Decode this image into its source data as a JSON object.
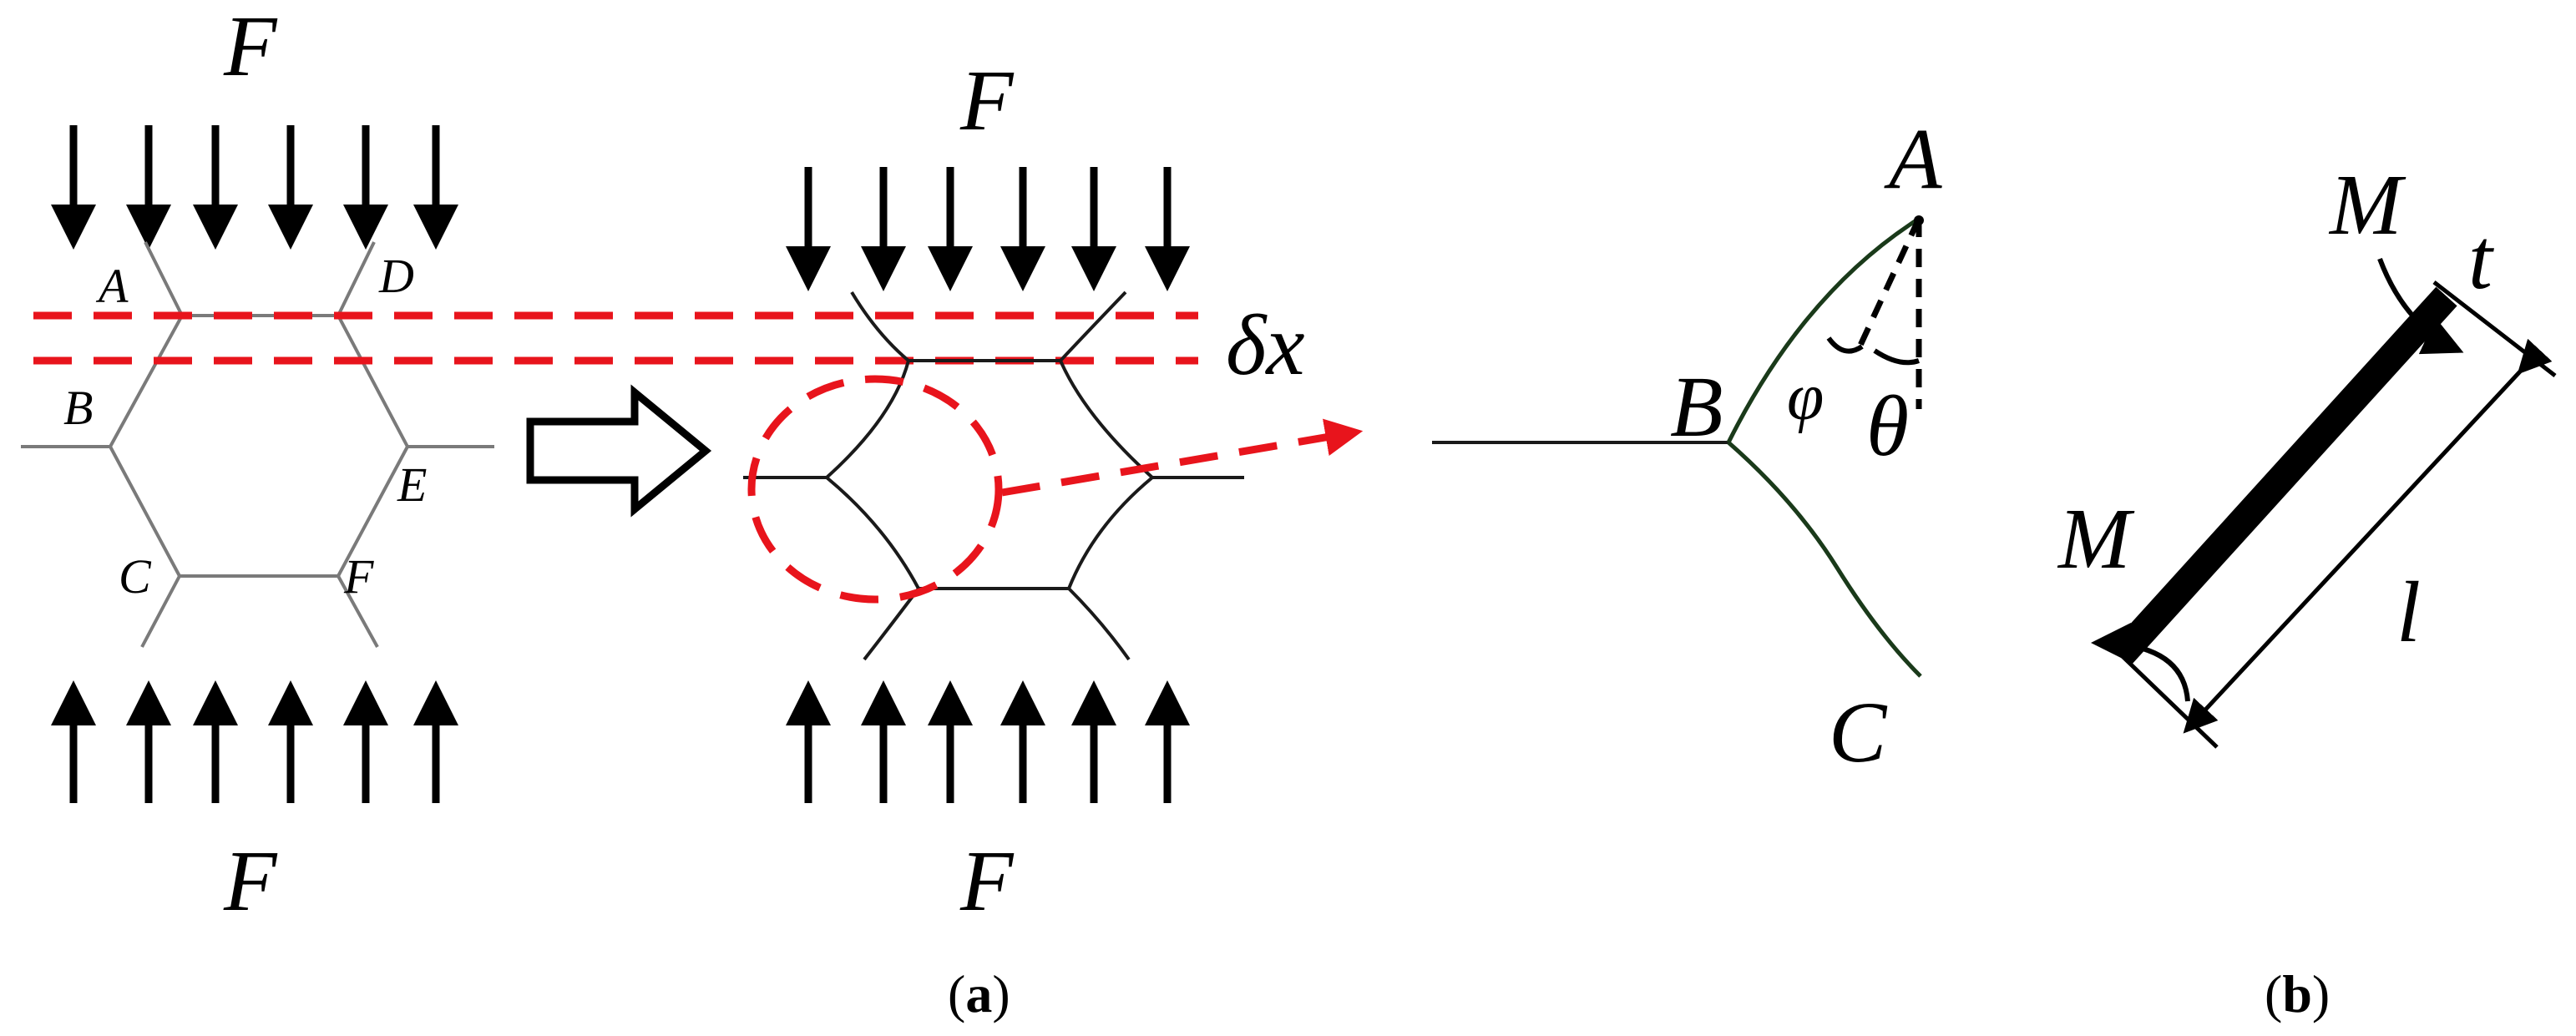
{
  "labels": {
    "force_top_left": "F",
    "force_bottom_left": "F",
    "force_top_mid": "F",
    "force_bottom_mid": "F",
    "vertex_A": "A",
    "vertex_B": "B",
    "vertex_C": "C",
    "vertex_D": "D",
    "vertex_E": "E",
    "vertex_F": "F",
    "delta_x": "δx",
    "zoom_A": "A",
    "zoom_B": "B",
    "zoom_C": "C",
    "phi": "φ",
    "theta": "θ",
    "moment_top": "M",
    "moment_bottom": "M",
    "thickness": "t",
    "length": "l"
  },
  "captions": {
    "a_open": "(",
    "a_letter": "a",
    "a_close": ")",
    "b_open": "(",
    "b_letter": "b",
    "b_close": ")"
  },
  "colors": {
    "dashed_red": "#e8141c",
    "beam": "#000000",
    "cell_wall": "#7a7a7a"
  }
}
